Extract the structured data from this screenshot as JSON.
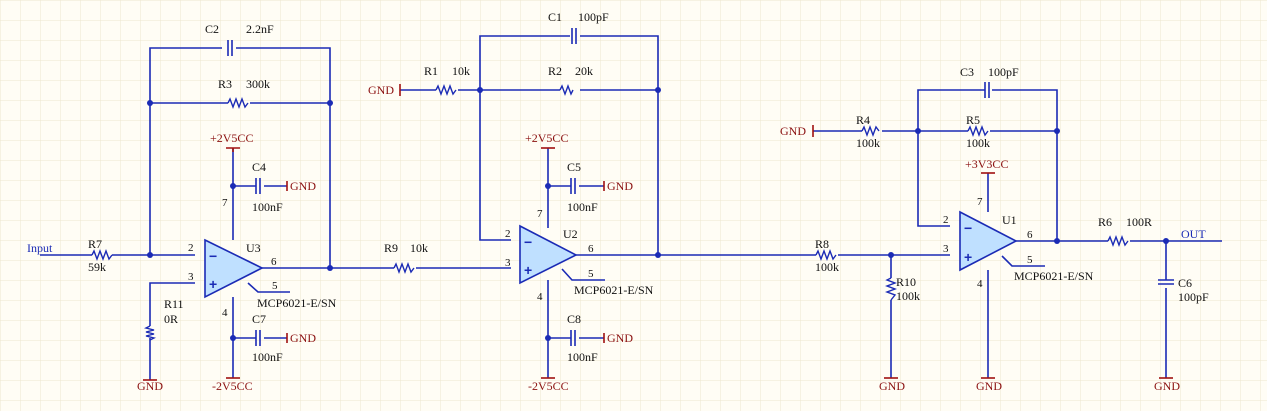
{
  "nets": {
    "input": "Input",
    "output": "OUT"
  },
  "pin_signs": {
    "minus": "−",
    "plus": "+"
  },
  "power": {
    "gnd": "GND",
    "pos_2v5": "+2V5CC",
    "neg_2v5": "-2V5CC",
    "pos_3v3": "+3V3CC"
  },
  "opamps": [
    {
      "ref": "U3",
      "part": "MCP6021-E/SN",
      "pins": {
        "inv": "2",
        "noninv": "3",
        "out": "6",
        "vdd": "7",
        "vss": "4",
        "nc": "5"
      }
    },
    {
      "ref": "U2",
      "part": "MCP6021-E/SN",
      "pins": {
        "inv": "2",
        "noninv": "3",
        "out": "6",
        "vdd": "7",
        "vss": "4",
        "nc": "5"
      }
    },
    {
      "ref": "U1",
      "part": "MCP6021-E/SN",
      "pins": {
        "inv": "2",
        "noninv": "3",
        "out": "6",
        "vdd": "7",
        "vss": "4",
        "nc": "5"
      }
    }
  ],
  "resistors": {
    "R1": {
      "ref": "R1",
      "value": "10k"
    },
    "R2": {
      "ref": "R2",
      "value": "20k"
    },
    "R3": {
      "ref": "R3",
      "value": "300k"
    },
    "R4": {
      "ref": "R4",
      "value": "100k"
    },
    "R5": {
      "ref": "R5",
      "value": "100k"
    },
    "R6": {
      "ref": "R6",
      "value": "100R"
    },
    "R7": {
      "ref": "R7",
      "value": "59k"
    },
    "R8": {
      "ref": "R8",
      "value": "100k"
    },
    "R9": {
      "ref": "R9",
      "value": "10k"
    },
    "R10": {
      "ref": "R10",
      "value": "100k"
    },
    "R11": {
      "ref": "R11",
      "value": "0R"
    }
  },
  "capacitors": {
    "C1": {
      "ref": "C1",
      "value": "100pF"
    },
    "C2": {
      "ref": "C2",
      "value": "2.2nF"
    },
    "C3": {
      "ref": "C3",
      "value": "100pF"
    },
    "C4": {
      "ref": "C4",
      "value": "100nF"
    },
    "C5": {
      "ref": "C5",
      "value": "100nF"
    },
    "C6": {
      "ref": "C6",
      "value": "100pF"
    },
    "C7": {
      "ref": "C7",
      "value": "100nF"
    },
    "C8": {
      "ref": "C8",
      "value": "100nF"
    }
  }
}
